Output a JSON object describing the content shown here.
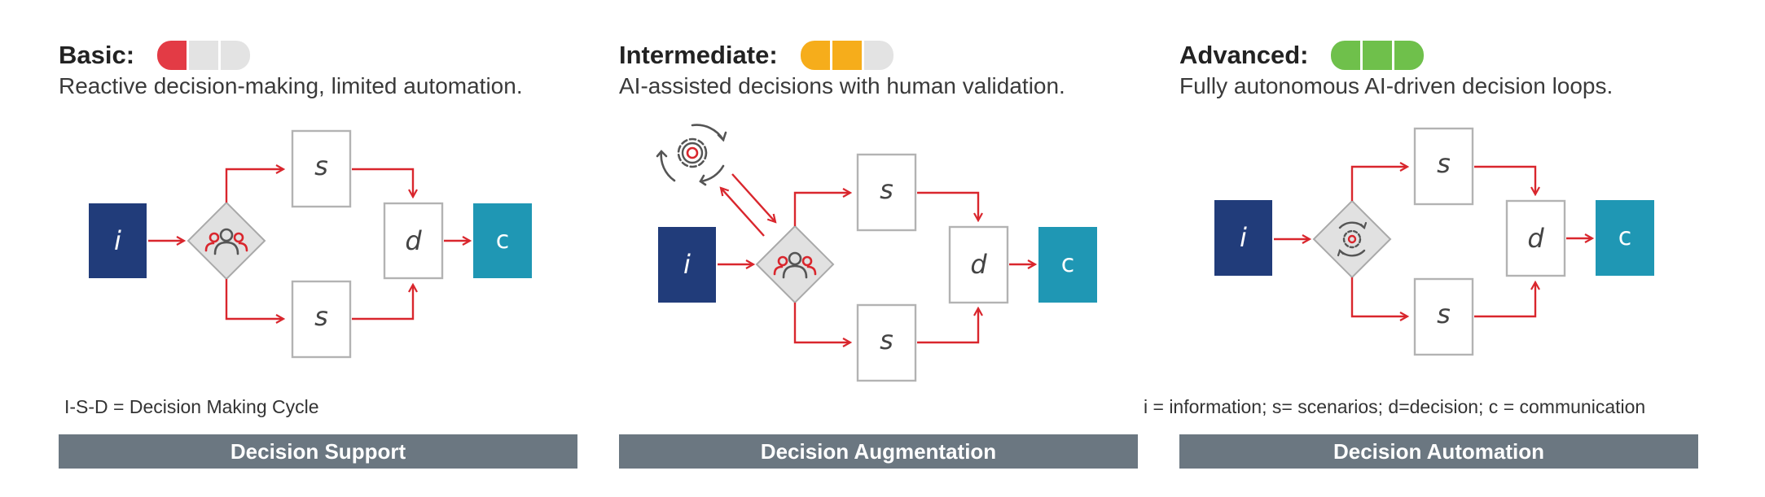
{
  "colors": {
    "red": "#e33b45",
    "amber": "#f6ad1b",
    "green": "#6fc04b",
    "empty": "#e3e3e3",
    "navy": "#213c7a",
    "teal": "#1f97b4",
    "arrow": "#d9262d",
    "banner": "#6b7781"
  },
  "panels": [
    {
      "title": "Basic:",
      "level": 1,
      "level_color": "#e33b45",
      "description": "Reactive decision-making, limited automation.",
      "banner": "Decision Support",
      "hub_icon": "people-icon",
      "boxes": {
        "i": "i",
        "s1": "s",
        "s2": "s",
        "d": "d",
        "c": "c"
      }
    },
    {
      "title": "Intermediate:",
      "level": 2,
      "level_color": "#f6ad1b",
      "description": "AI-assisted decisions with human validation.",
      "banner": "Decision Augmentation",
      "hub_icon": "people-icon",
      "ai_icon": "gear-cycle-icon",
      "boxes": {
        "i": "i",
        "s1": "s",
        "s2": "s",
        "d": "d",
        "c": "c"
      }
    },
    {
      "title": "Advanced:",
      "level": 3,
      "level_color": "#6fc04b",
      "description": "Fully autonomous AI-driven decision loops.",
      "banner": "Decision Automation",
      "hub_icon": "gear-cycle-icon",
      "boxes": {
        "i": "i",
        "s1": "s",
        "s2": "s",
        "d": "d",
        "c": "c"
      }
    }
  ],
  "notes": {
    "left": "I-S-D = Decision Making Cycle",
    "right": "i = information; s= scenarios; d=decision; c = communication"
  }
}
